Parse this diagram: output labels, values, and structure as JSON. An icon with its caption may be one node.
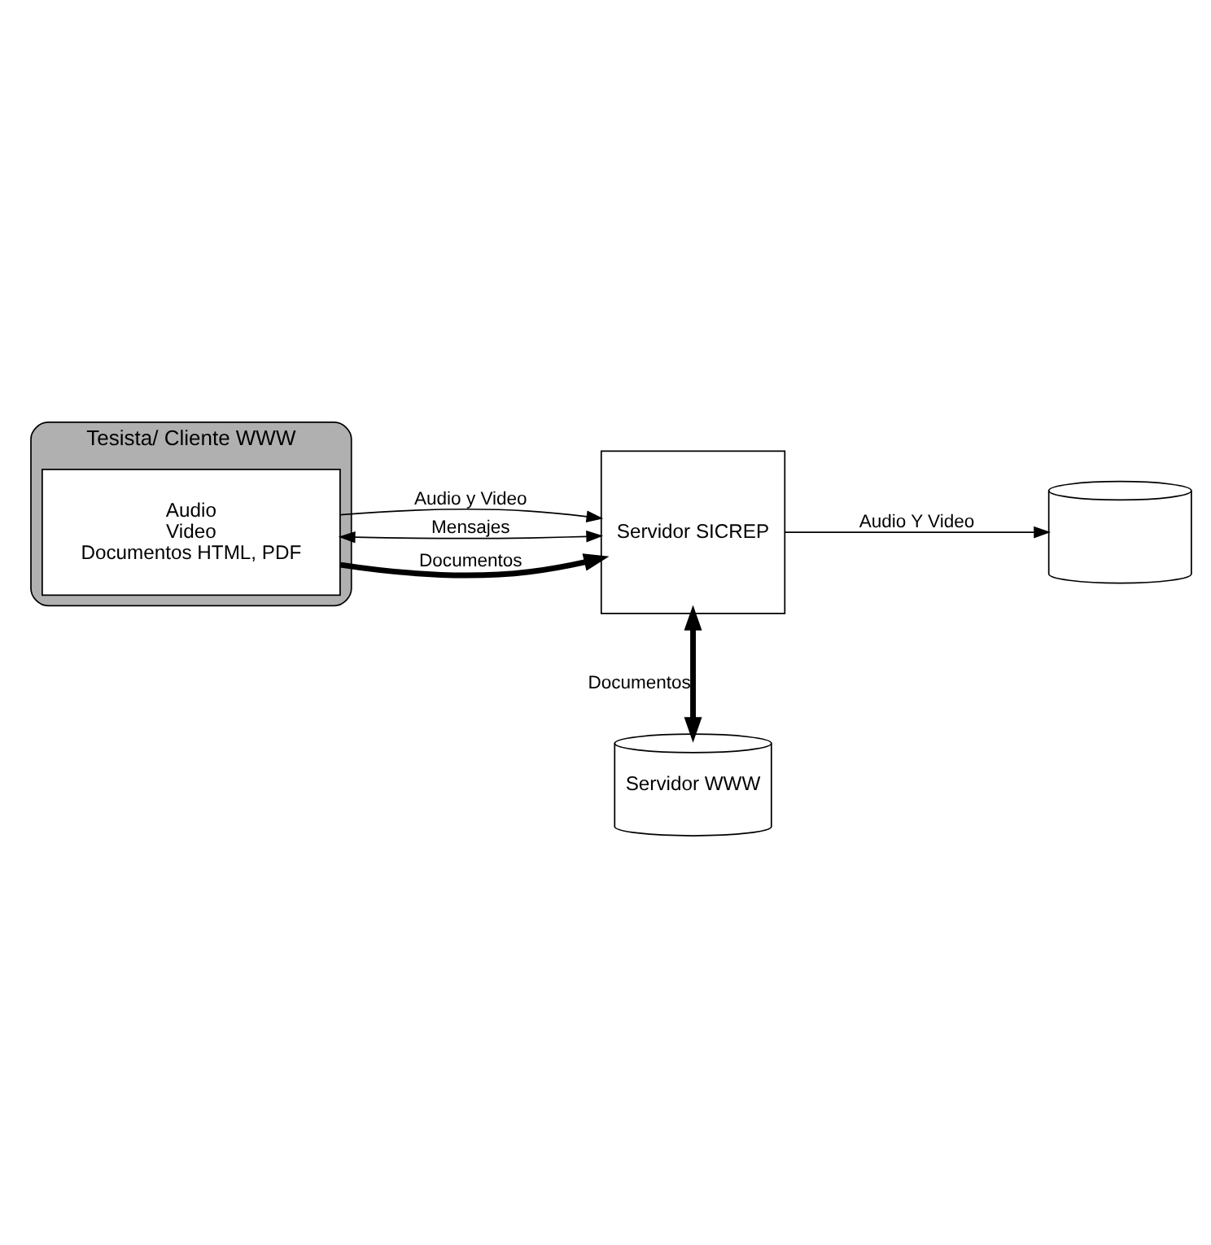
{
  "diagram": {
    "nodes": [
      {
        "text": [
          "Tesista/ Cliente WWW"
        ]
      },
      {
        "text": [
          "Audio",
          "Video",
          "Documentos HTML, PDF"
        ],
        "in": 0
      },
      {
        "text": [
          "Servidor SICREP"
        ]
      },
      {
        "text": [],
        "shape": "cylinder"
      },
      {
        "text": [
          "Servidor WWW"
        ]
      }
    ],
    "edges": [
      {
        "from": 1,
        "to": 2,
        "arrow": "to",
        "label": "Audio y Video"
      },
      {
        "from": 1,
        "to": 2,
        "arrow": "both",
        "label": "Mensajes"
      },
      {
        "from": 1,
        "to": 2,
        "arrow": "to",
        "label": "Documentos",
        "style": "thick"
      },
      {
        "from": 2,
        "to": 3,
        "arrow": "to",
        "label": "Audio Y Video"
      },
      {
        "from": 2,
        "to": 4,
        "arrow": "both",
        "label": "Documentos",
        "style": "thick"
      }
    ]
  }
}
